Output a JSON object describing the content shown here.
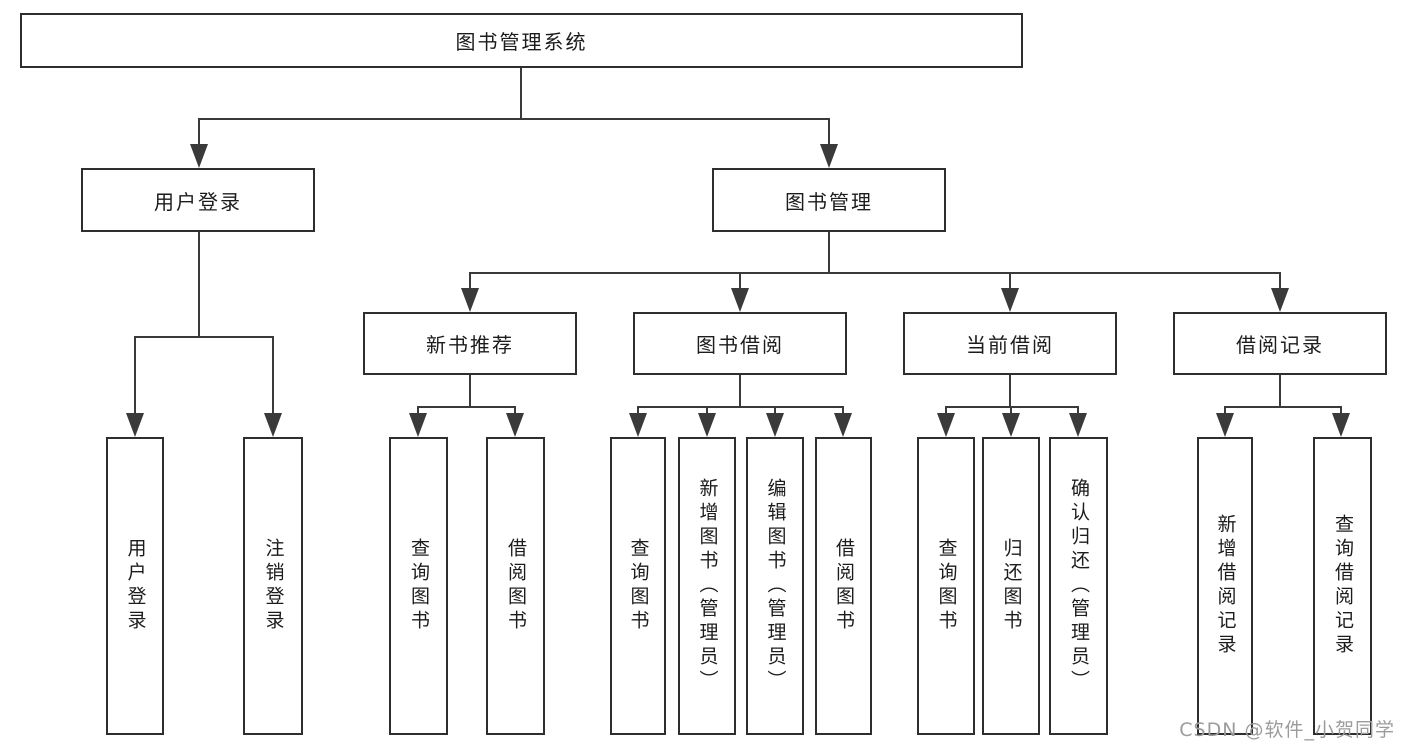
{
  "diagram": {
    "type": "hierarchy-tree",
    "orientation": "top-down"
  },
  "nodes": {
    "root": {
      "label": "图书管理系统"
    },
    "user_login": {
      "label": "用户登录",
      "leaves": [
        "用户登录",
        "注销登录"
      ]
    },
    "book_mgmt": {
      "label": "图书管理"
    },
    "new_books": {
      "label": "新书推荐",
      "leaves": [
        "查询图书",
        "借阅图书"
      ]
    },
    "book_borrow": {
      "label": "图书借阅",
      "leaves": [
        "查询图书",
        "新增图书（管理员）",
        "编辑图书（管理员）",
        "借阅图书"
      ]
    },
    "current_borrow": {
      "label": "当前借阅",
      "leaves": [
        "查询图书",
        "归还图书",
        "确认归还（管理员）"
      ]
    },
    "borrow_records": {
      "label": "借阅记录",
      "leaves": [
        "新增借阅记录",
        "查询借阅记录"
      ]
    }
  },
  "watermark": {
    "text": "CSDN @软件_小贺同学"
  },
  "colors": {
    "line": "#3a3a3a",
    "border": "#2e2e2e",
    "text": "#1c1c1c",
    "background": "#ffffff",
    "watermark": "#9c9c9c"
  }
}
